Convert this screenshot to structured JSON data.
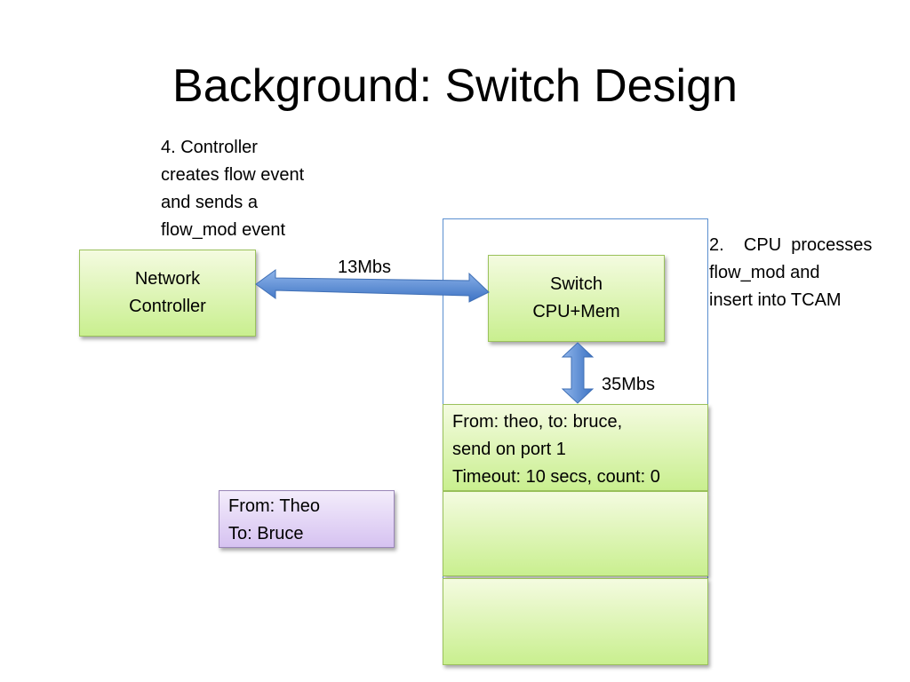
{
  "slide": {
    "title": "Background: Switch Design"
  },
  "notes": {
    "controller_step": [
      "4.   Controller",
      "creates flow event",
      "and sends a",
      "flow_mod event"
    ],
    "cpu_step": [
      "2.    CPU  processes",
      "flow_mod and",
      "insert into TCAM"
    ]
  },
  "nodes": {
    "network_controller": [
      "Network",
      "Controller"
    ],
    "switch_cpu": [
      "Switch",
      "CPU+Mem"
    ]
  },
  "links": {
    "controller_to_switch": "13Mbs",
    "cpu_to_tcam": "35Mbs"
  },
  "tcam_entries": [
    [
      "From: theo, to: bruce,",
      "send on port 1",
      "Timeout: 10 secs, count: 0"
    ],
    [],
    []
  ],
  "packet": [
    "From: Theo",
    "To: Bruce"
  ],
  "colors": {
    "arrow_fill": "#5b8fd6",
    "switch_border": "#5b8fd0",
    "green_fill": "#c9ef8f",
    "purple_fill": "#d6c2f1"
  }
}
